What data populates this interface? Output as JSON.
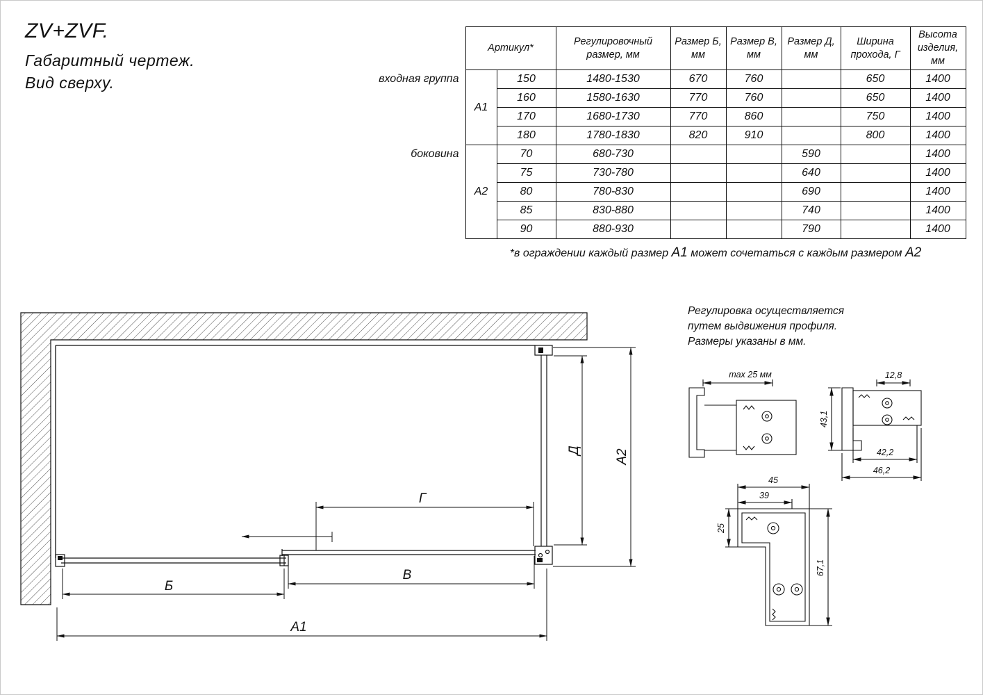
{
  "title": {
    "line1": "ZV+ZVF.",
    "line2": "Габаритный чертеж.",
    "line3": "Вид сверху."
  },
  "table": {
    "headers": [
      "Артикул*",
      "Регулировочный размер, мм",
      "Размер Б, мм",
      "Размер В, мм",
      "Размер Д, мм",
      "Ширина прохода, Г",
      "Высота изделия, мм"
    ],
    "groups": [
      {
        "label": "входная группа",
        "article": "А1",
        "rows": [
          [
            "150",
            "1480-1530",
            "670",
            "760",
            "",
            "650",
            "1400"
          ],
          [
            "160",
            "1580-1630",
            "770",
            "760",
            "",
            "650",
            "1400"
          ],
          [
            "170",
            "1680-1730",
            "770",
            "860",
            "",
            "750",
            "1400"
          ],
          [
            "180",
            "1780-1830",
            "820",
            "910",
            "",
            "800",
            "1400"
          ]
        ]
      },
      {
        "label": "боковина",
        "article": "А2",
        "rows": [
          [
            "70",
            "680-730",
            "",
            "",
            "590",
            "",
            "1400"
          ],
          [
            "75",
            "730-780",
            "",
            "",
            "640",
            "",
            "1400"
          ],
          [
            "80",
            "780-830",
            "",
            "",
            "690",
            "",
            "1400"
          ],
          [
            "85",
            "830-880",
            "",
            "",
            "740",
            "",
            "1400"
          ],
          [
            "90",
            "880-930",
            "",
            "",
            "790",
            "",
            "1400"
          ]
        ]
      }
    ],
    "footnote_parts": [
      "*в ограждении каждый размер ",
      "А1",
      " может сочетаться с каждым размером ",
      "А2"
    ]
  },
  "note": {
    "line1": "Регулировка осуществляется",
    "line2": "путем выдвижения профиля.",
    "line3": "Размеры указаны в мм."
  },
  "drawing": {
    "dim_b": "Б",
    "dim_v": "В",
    "dim_a1": "А1",
    "dim_a2": "А2",
    "dim_d": "Д",
    "dim_g": "Г"
  },
  "details": {
    "max25": "max 25 мм",
    "d128": "12,8",
    "d431": "43,1",
    "d422": "42,2",
    "d462": "46,2",
    "d45": "45",
    "d39": "39",
    "d25": "25",
    "d671": "67,1"
  },
  "colors": {
    "ink": "#111111",
    "paper": "#ffffff"
  }
}
